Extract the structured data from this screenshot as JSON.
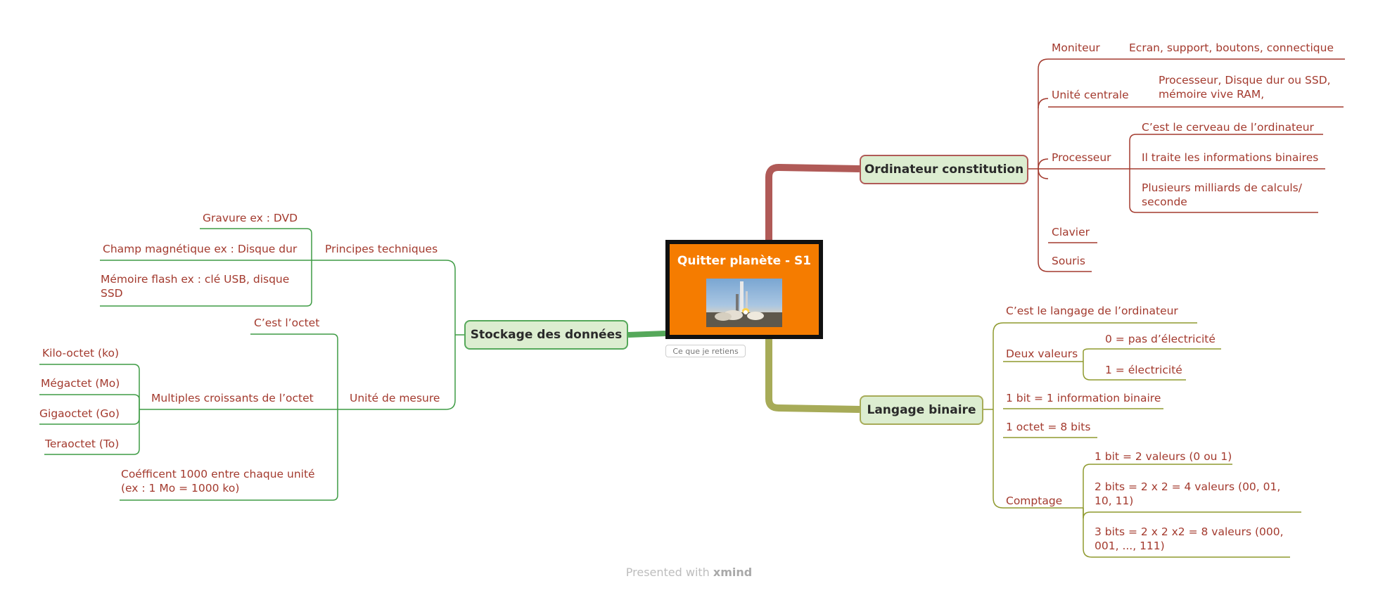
{
  "central": {
    "title": "Quitter planète - S1",
    "caption": "Ce que je retiens"
  },
  "colors": {
    "ordinateur": "#a33a2e",
    "binaire": "#8f9a2f",
    "stockage": "#3f9c45",
    "central_fill": "#f57c00"
  },
  "branches": {
    "ordinateur": {
      "title": "Ordinateur constitution",
      "moniteur": {
        "label": "Moniteur",
        "detail": "Ecran, support, boutons, connectique"
      },
      "unite_centrale": {
        "label": "Unité centrale",
        "detail": "Processeur, Disque dur ou SSD, mémoire vive RAM,"
      },
      "processeur": {
        "label": "Processeur",
        "items": [
          "C’est le cerveau de l’ordinateur",
          "Il traite les informations binaires",
          "Plusieurs milliards de calculs/ seconde"
        ]
      },
      "clavier": "Clavier",
      "souris": "Souris"
    },
    "binaire": {
      "title": "Langage binaire",
      "langage": "C’est le langage de l’ordinateur",
      "deux_valeurs": {
        "label": "Deux valeurs",
        "items": [
          "0 = pas d’électricité",
          "1 = électricité"
        ]
      },
      "bit": "1 bit = 1 information binaire",
      "octet": "1 octet = 8 bits",
      "comptage": {
        "label": "Comptage",
        "items": [
          "1 bit = 2 valeurs (0 ou 1)",
          "2 bits = 2 x 2 = 4 valeurs (00, 01, 10, 11)",
          "3 bits = 2 x 2 x2 = 8 valeurs (000, 001, ..., 111)"
        ]
      }
    },
    "stockage": {
      "title": "Stockage des données",
      "principes": {
        "label": "Principes techniques",
        "items": [
          "Gravure ex : DVD",
          "Champ magnétique ex : Disque dur",
          "Mémoire flash  ex : clé USB, disque SSD"
        ]
      },
      "unite": {
        "label": "Unité de mesure",
        "octet": "C’est l’octet",
        "multiples": {
          "label": "Multiples croissants  de l’octet",
          "items": [
            "Kilo-octet (ko)",
            "Mégactet (Mo)",
            "Gigaoctet (Go)",
            "Teraoctet (To)"
          ]
        },
        "coefficient": "Coéfficent 1000 entre chaque unité (ex : 1 Mo = 1000 ko)"
      }
    }
  },
  "footer": {
    "prefix": "Presented with ",
    "brand": "xmind"
  }
}
